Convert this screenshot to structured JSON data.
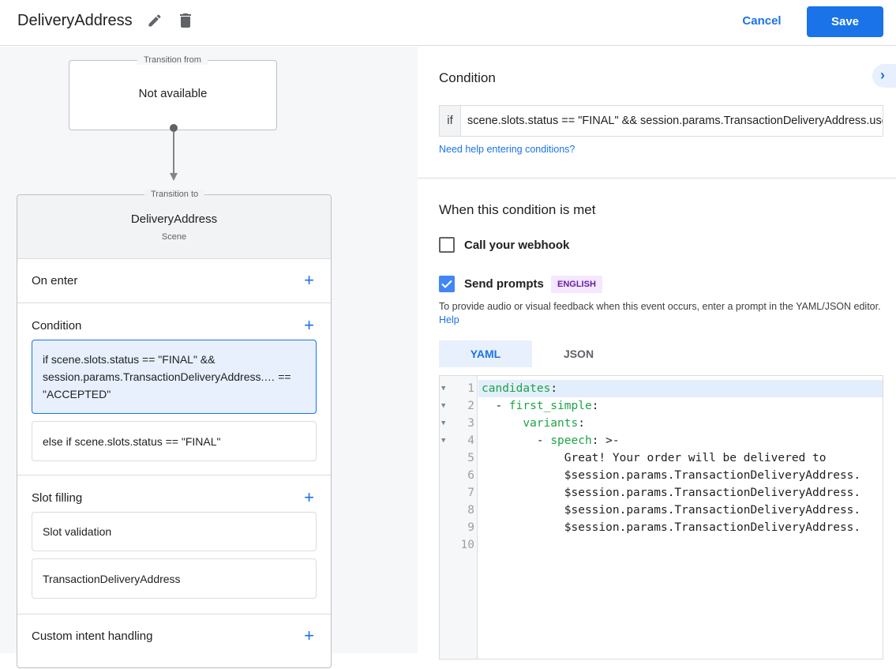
{
  "header": {
    "title": "DeliveryAddress",
    "cancel_label": "Cancel",
    "save_label": "Save",
    "icons": [
      "edit-pencil-icon",
      "delete-trash-icon"
    ]
  },
  "flow": {
    "from": {
      "legend": "Transition from",
      "value": "Not available"
    },
    "to": {
      "legend": "Transition to",
      "scene_name": "DeliveryAddress",
      "scene_type": "Scene"
    },
    "sections": {
      "on_enter": {
        "label": "On enter"
      },
      "condition": {
        "label": "Condition",
        "items": [
          "if scene.slots.status == \"FINAL\" && session.params.TransactionDeliveryAddress.… == \"ACCEPTED\"",
          "else if scene.slots.status == \"FINAL\""
        ]
      },
      "slot_filling": {
        "label": "Slot filling",
        "items": [
          "Slot validation",
          "TransactionDeliveryAddress"
        ]
      },
      "custom_intent": {
        "label": "Custom intent handling"
      }
    }
  },
  "panel": {
    "condition_title": "Condition",
    "if_prefix": "if",
    "condition_value": "scene.slots.status == \"FINAL\" && session.params.TransactionDeliveryAddress.userDecision == \"ACCEPTED\"",
    "help_link": "Need help entering conditions?",
    "met_title": "When this condition is met",
    "webhook_label": "Call your webhook",
    "webhook_checked": false,
    "prompts_label": "Send prompts",
    "prompts_checked": true,
    "language_badge": "ENGLISH",
    "description": "To provide audio or visual feedback when this event occurs, enter a prompt in the YAML/JSON editor.",
    "help_label": "Help",
    "tabs": [
      {
        "label": "YAML",
        "active": true
      },
      {
        "label": "JSON",
        "active": false
      }
    ],
    "code_lines": [
      {
        "n": "1",
        "pre": "",
        "key": "candidates",
        "post": ":",
        "fold": true
      },
      {
        "n": "2",
        "pre": "  - ",
        "key": "first_simple",
        "post": ":",
        "fold": true
      },
      {
        "n": "3",
        "pre": "      ",
        "key": "variants",
        "post": ":",
        "fold": true
      },
      {
        "n": "4",
        "pre": "        - ",
        "key": "speech",
        "post": ": >-",
        "fold": true
      },
      {
        "n": "5",
        "pre": "            Great! Your order will be delivered to",
        "key": "",
        "post": "",
        "fold": false
      },
      {
        "n": "6",
        "pre": "            $session.params.TransactionDeliveryAddress.",
        "key": "",
        "post": "",
        "fold": false
      },
      {
        "n": "7",
        "pre": "            $session.params.TransactionDeliveryAddress.",
        "key": "",
        "post": "",
        "fold": false
      },
      {
        "n": "8",
        "pre": "            $session.params.TransactionDeliveryAddress.",
        "key": "",
        "post": "",
        "fold": false
      },
      {
        "n": "9",
        "pre": "            $session.params.TransactionDeliveryAddress.",
        "key": "",
        "post": "",
        "fold": false
      },
      {
        "n": "10",
        "pre": "",
        "key": "",
        "post": "",
        "fold": false
      }
    ]
  },
  "colors": {
    "accent": "#1a73e8",
    "selected_bg": "#e8f0fe",
    "badge_bg": "#f3e8fd",
    "badge_text": "#681da8",
    "yaml_key": "#1ea446"
  }
}
